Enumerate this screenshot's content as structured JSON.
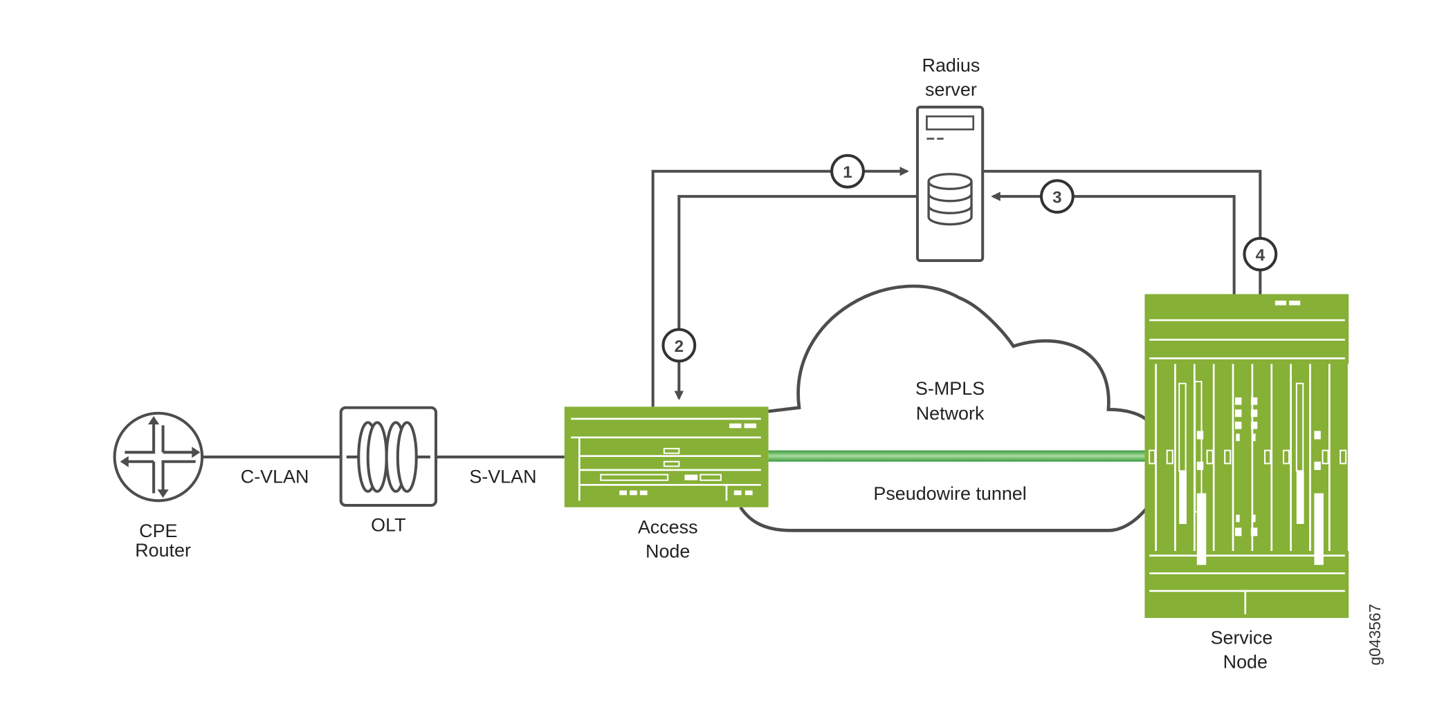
{
  "labels": {
    "radius_1": "Radius",
    "radius_2": "server",
    "cpe_1": "CPE",
    "cpe_2": "Router",
    "olt": "OLT",
    "access_1": "Access",
    "access_2": "Node",
    "service_1": "Service",
    "service_2": "Node",
    "cloud_1": "S-MPLS",
    "cloud_2": "Network",
    "tunnel": "Pseudowire tunnel",
    "cvlan": "C-VLAN",
    "svlan": "S-VLAN",
    "figure_id": "g043567"
  },
  "steps": [
    "1",
    "2",
    "3",
    "4"
  ],
  "colors": {
    "device_green": "#86b036",
    "line": "#4d4d4d",
    "tunnel": "#5cb85c"
  }
}
